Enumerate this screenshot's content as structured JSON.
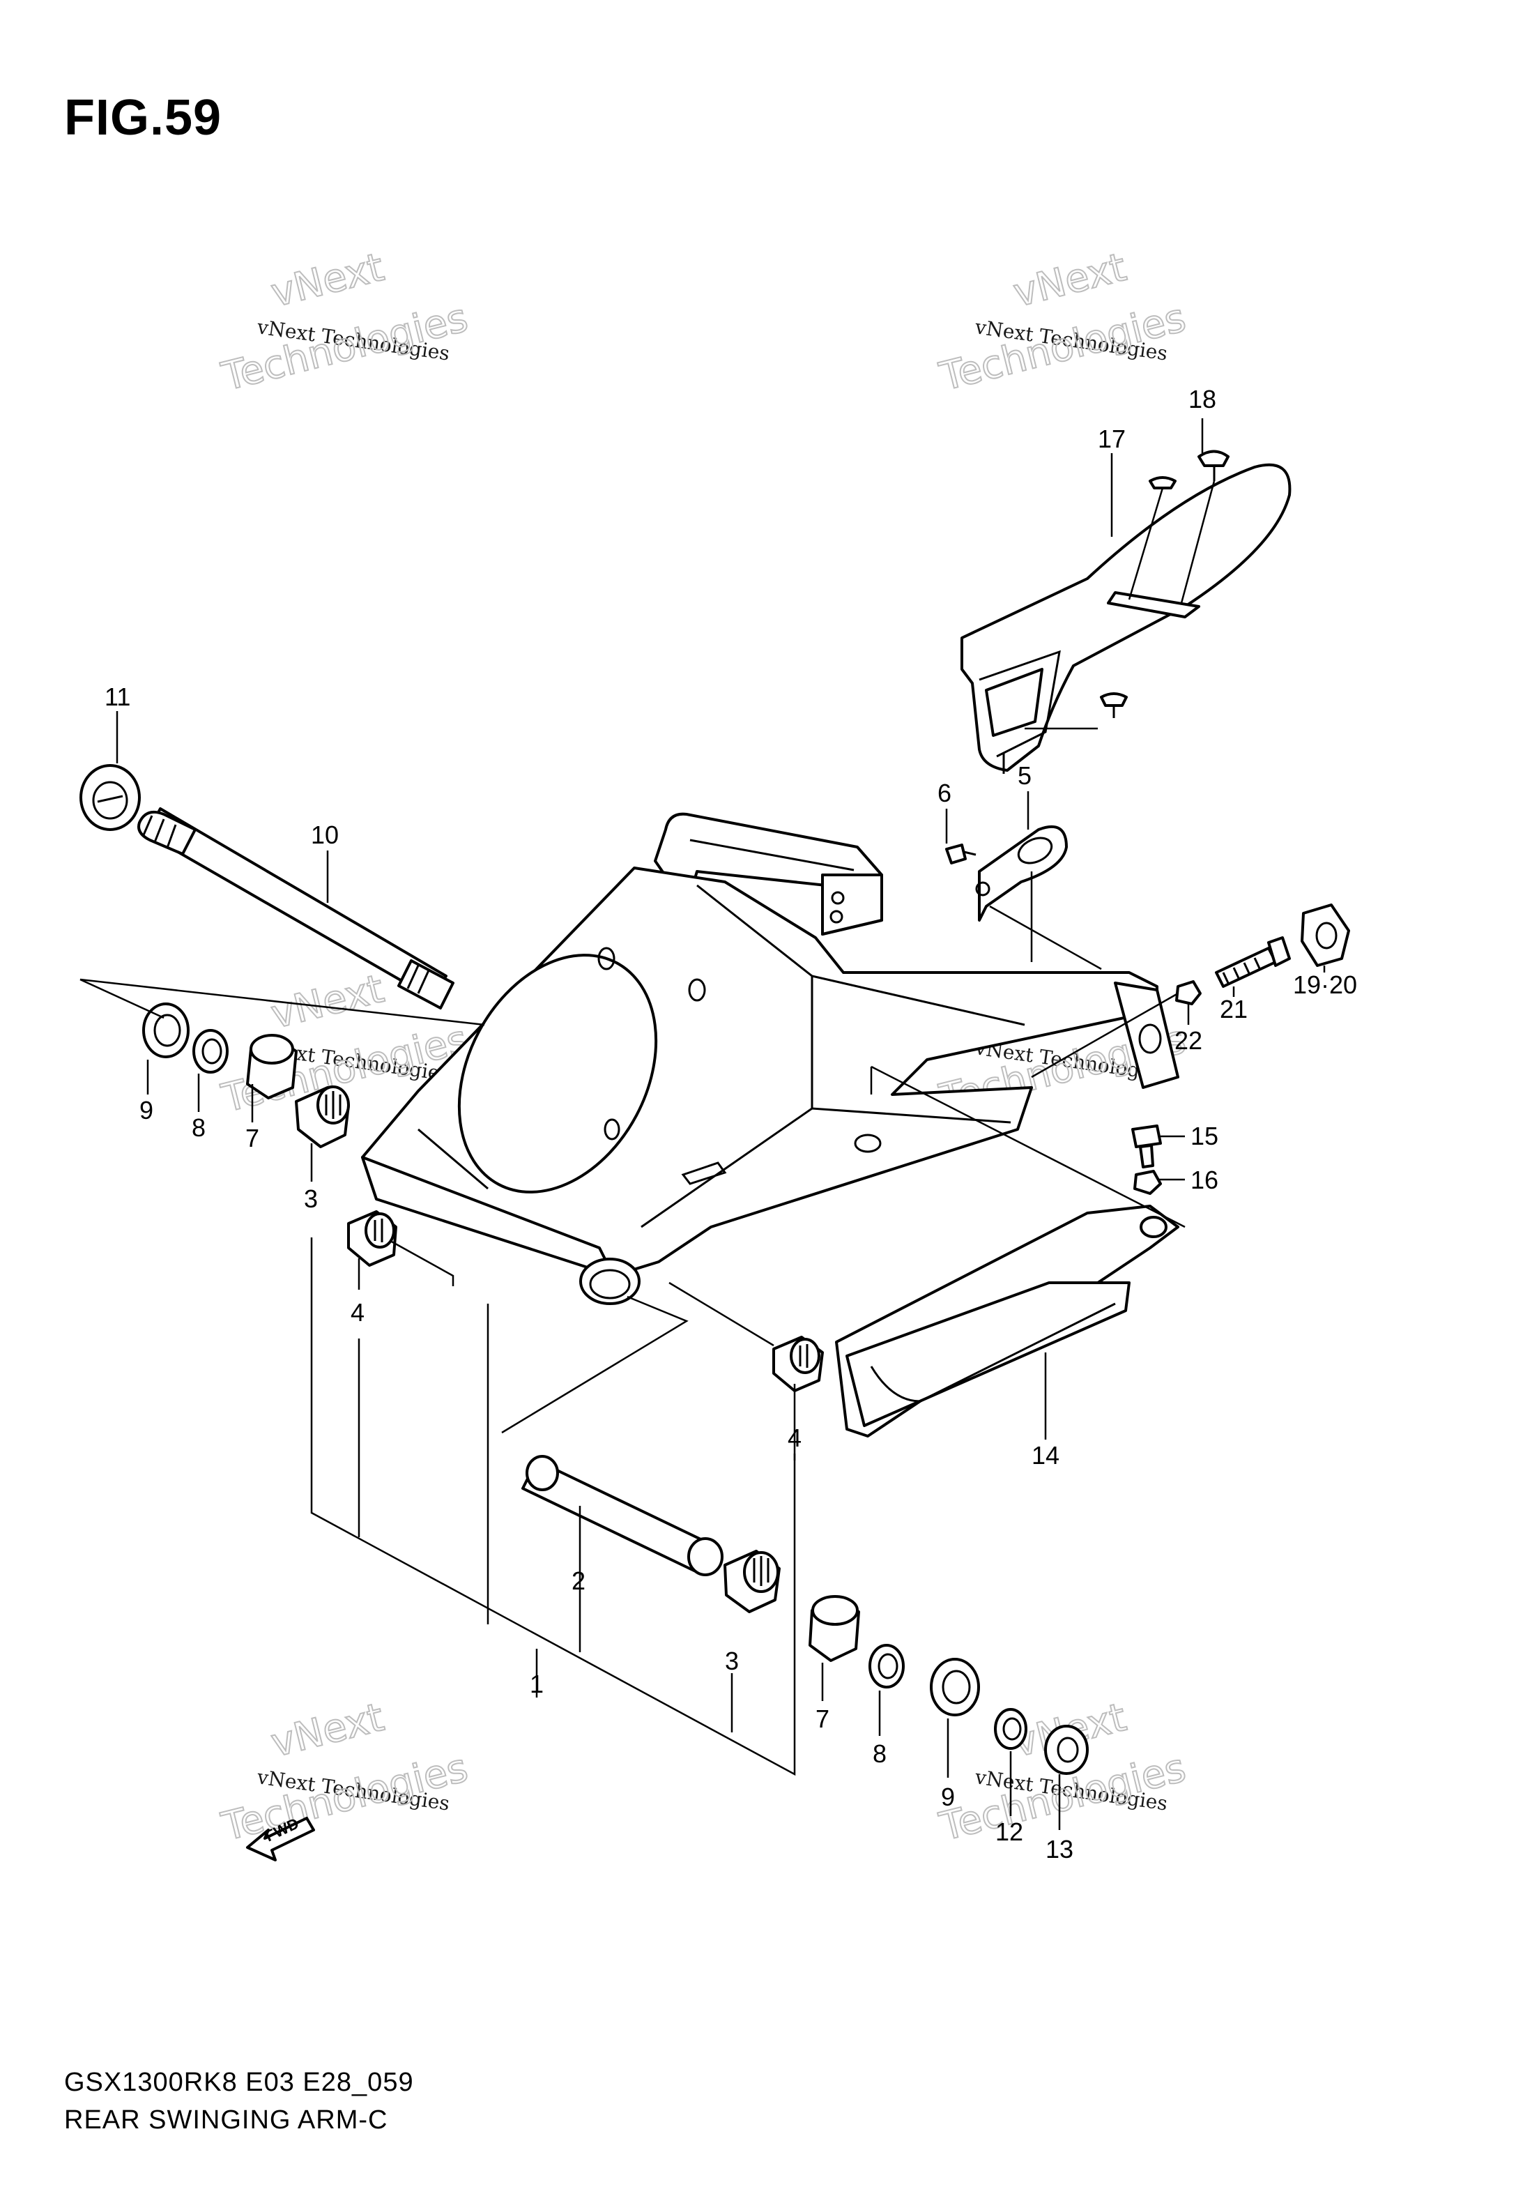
{
  "figure": {
    "title": "FIG.59"
  },
  "caption": {
    "model_code": "GSX1300RK8 E03 E28_059",
    "assembly_name": "REAR SWINGING ARM-C"
  },
  "watermark": {
    "line1": "vNext",
    "line2": "vNext Technologies",
    "line3": "Technologies"
  },
  "fwd_arrow": {
    "label": "FWD"
  },
  "callouts": {
    "c1": "1",
    "c2": "2",
    "c3a": "3",
    "c3b": "3",
    "c4a": "4",
    "c4b": "4",
    "c5": "5",
    "c6": "6",
    "c7a": "7",
    "c7b": "7",
    "c8a": "8",
    "c8b": "8",
    "c9a": "9",
    "c9b": "9",
    "c10": "10",
    "c11": "11",
    "c12": "12",
    "c13": "13",
    "c14": "14",
    "c15": "15",
    "c16": "16",
    "c17": "17",
    "c18": "18",
    "c1920": "19·20",
    "c21": "21",
    "c22": "22"
  }
}
